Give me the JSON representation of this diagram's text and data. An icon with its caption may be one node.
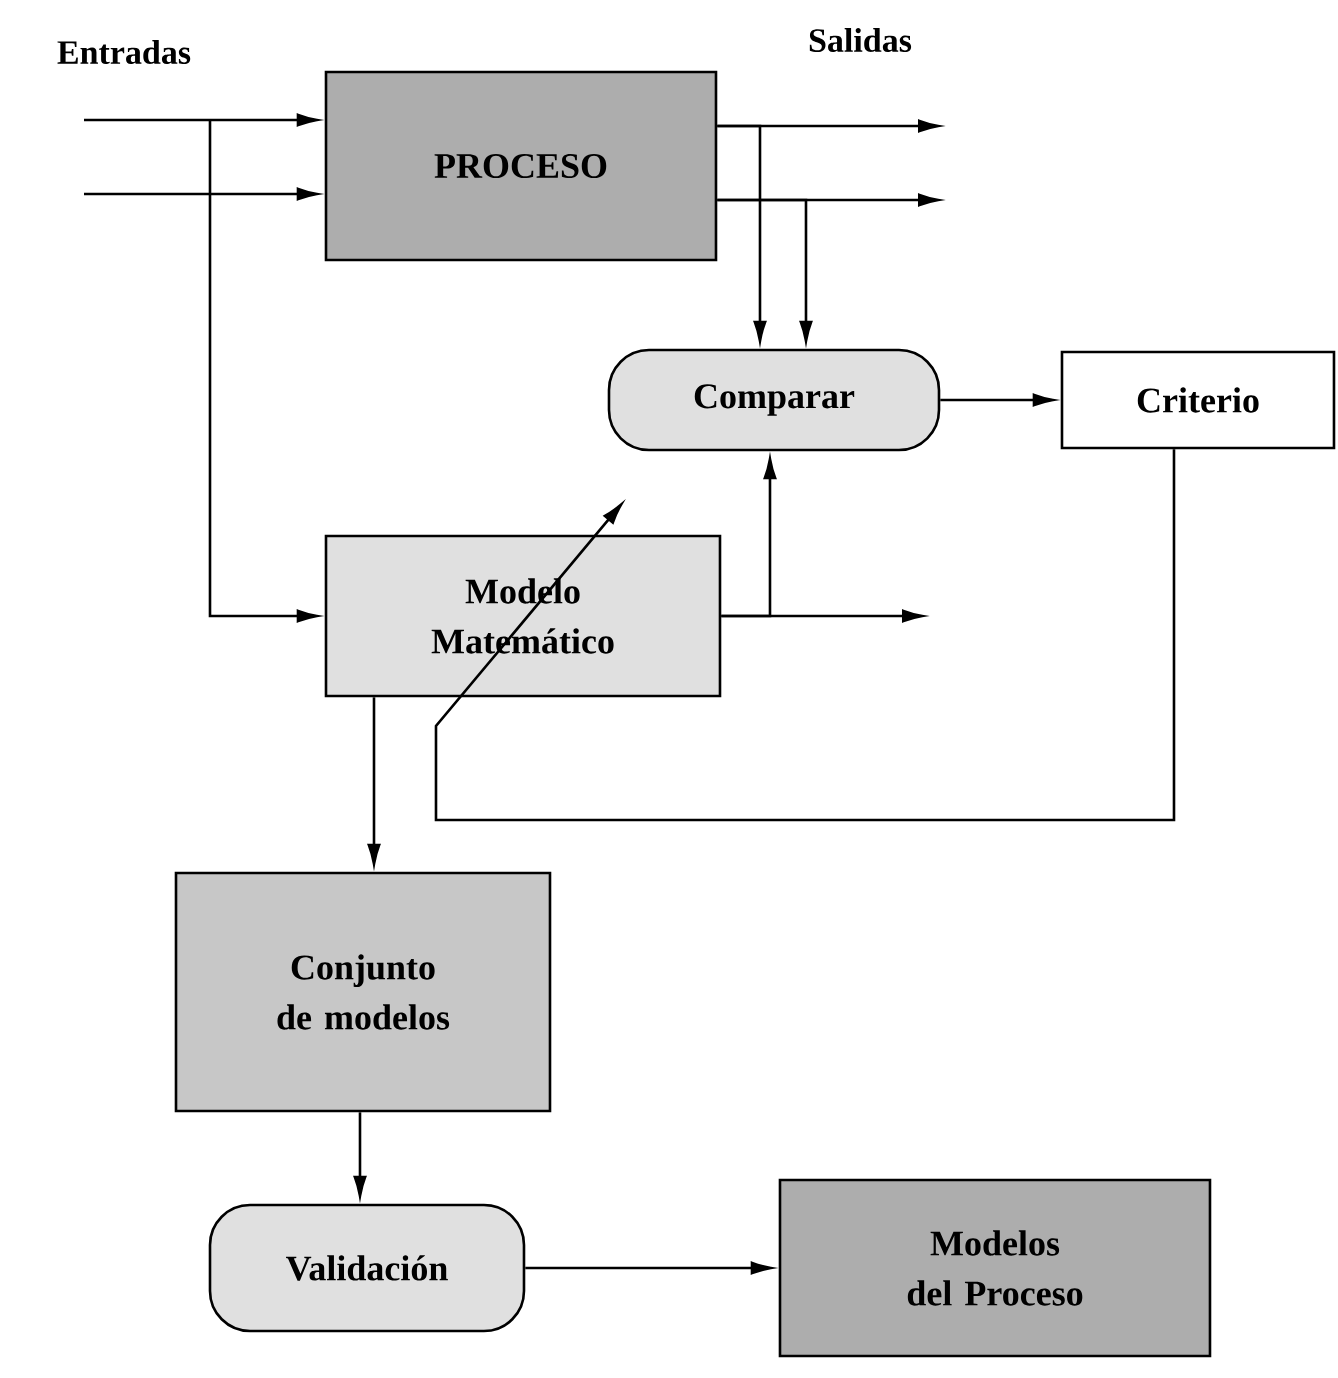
{
  "diagram": {
    "nodes": [
      {
        "text": [
          "PROCESO"
        ]
      },
      {
        "text": [
          "Comparar"
        ]
      },
      {
        "text": [
          "Criterio"
        ]
      },
      {
        "text": [
          "Modelo Matemático"
        ]
      },
      {
        "text": [
          "Conjunto de modelos"
        ]
      },
      {
        "text": [
          "Validación"
        ]
      },
      {
        "text": [
          "Modelos del Proceso"
        ]
      }
    ],
    "edges": [
      {
        "from": null,
        "to": 0,
        "arrow": "to"
      },
      {
        "from": null,
        "to": 0,
        "arrow": "to"
      },
      {
        "from": null,
        "to": 3,
        "arrow": "to"
      },
      {
        "from": 0,
        "to": null,
        "arrow": "to"
      },
      {
        "from": 0,
        "to": null,
        "arrow": "to"
      },
      {
        "from": 0,
        "to": 1,
        "arrow": "to"
      },
      {
        "from": 0,
        "to": 1,
        "arrow": "to"
      },
      {
        "from": 1,
        "to": 2,
        "arrow": "to"
      },
      {
        "from": 3,
        "to": null,
        "arrow": "to"
      },
      {
        "from": 3,
        "to": 1,
        "arrow": "to"
      },
      {
        "from": 2,
        "to": 3,
        "arrow": "to"
      },
      {
        "from": 3,
        "to": 4,
        "arrow": "to"
      },
      {
        "from": 4,
        "to": 5,
        "arrow": "to"
      },
      {
        "from": 5,
        "to": 6,
        "arrow": "to"
      }
    ],
    "labels": [
      "Entradas",
      "Salidas"
    ]
  }
}
